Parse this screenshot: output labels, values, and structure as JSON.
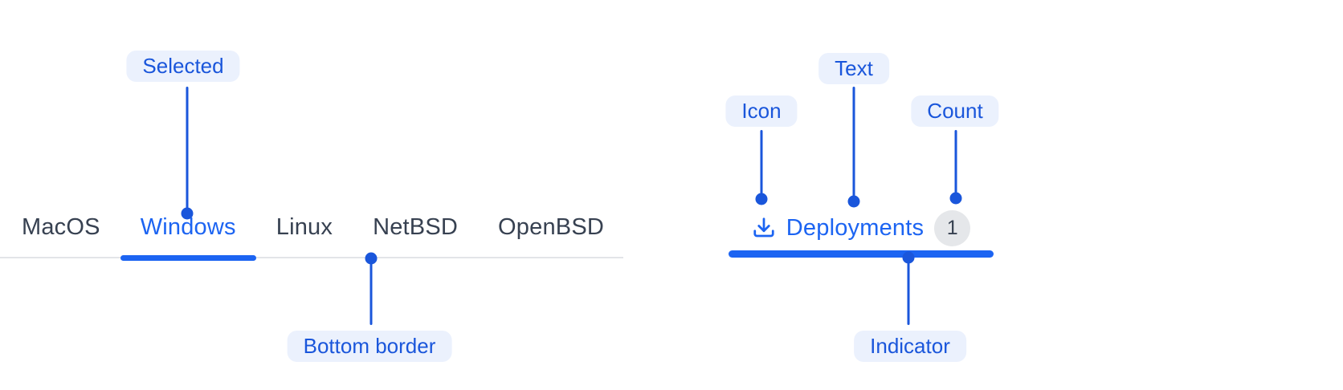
{
  "colors": {
    "tab_blue": "#1c64f2",
    "annotation_blue": "#1a56db",
    "pill_bg": "#ebf1fd",
    "inactive_tab": "#374151",
    "divider": "#e3e5e8",
    "badge_bg": "#e5e7ea",
    "badge_text": "#374151",
    "background": "#ffffff"
  },
  "tabs": {
    "items": [
      {
        "label": "MacOS",
        "selected": false
      },
      {
        "label": "Windows",
        "selected": true
      },
      {
        "label": "Linux",
        "selected": false
      },
      {
        "label": "NetBSD",
        "selected": false
      },
      {
        "label": "OpenBSD",
        "selected": false
      }
    ]
  },
  "deployment_tab": {
    "icon": "download-icon",
    "label": "Deployments",
    "count": "1",
    "selected": true
  },
  "annotations": {
    "selected": {
      "label": "Selected"
    },
    "bottom_border": {
      "label": "Bottom border"
    },
    "icon": {
      "label": "Icon"
    },
    "text": {
      "label": "Text"
    },
    "count": {
      "label": "Count"
    },
    "indicator": {
      "label": "Indicator"
    }
  }
}
